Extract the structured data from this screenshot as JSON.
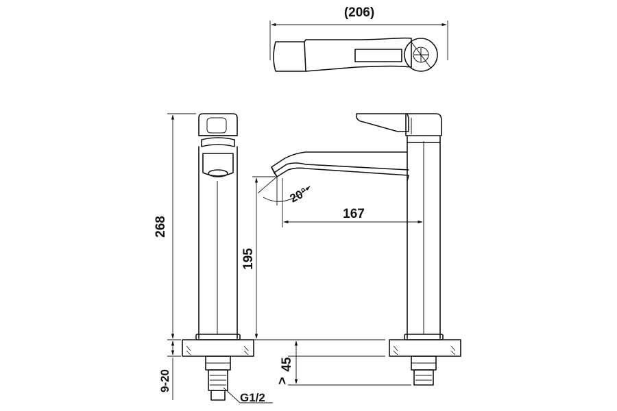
{
  "dimensions": {
    "total_length": "(206)",
    "total_height": "268",
    "spout_height": "195",
    "spout_reach": "167",
    "spout_angle": "20°",
    "countertop_range": "9-20",
    "min_hose_length": "45",
    "min_hose_symbol": ">",
    "thread_size": "G1/2"
  },
  "colors": {
    "line": "#111111",
    "background": "#ffffff"
  }
}
